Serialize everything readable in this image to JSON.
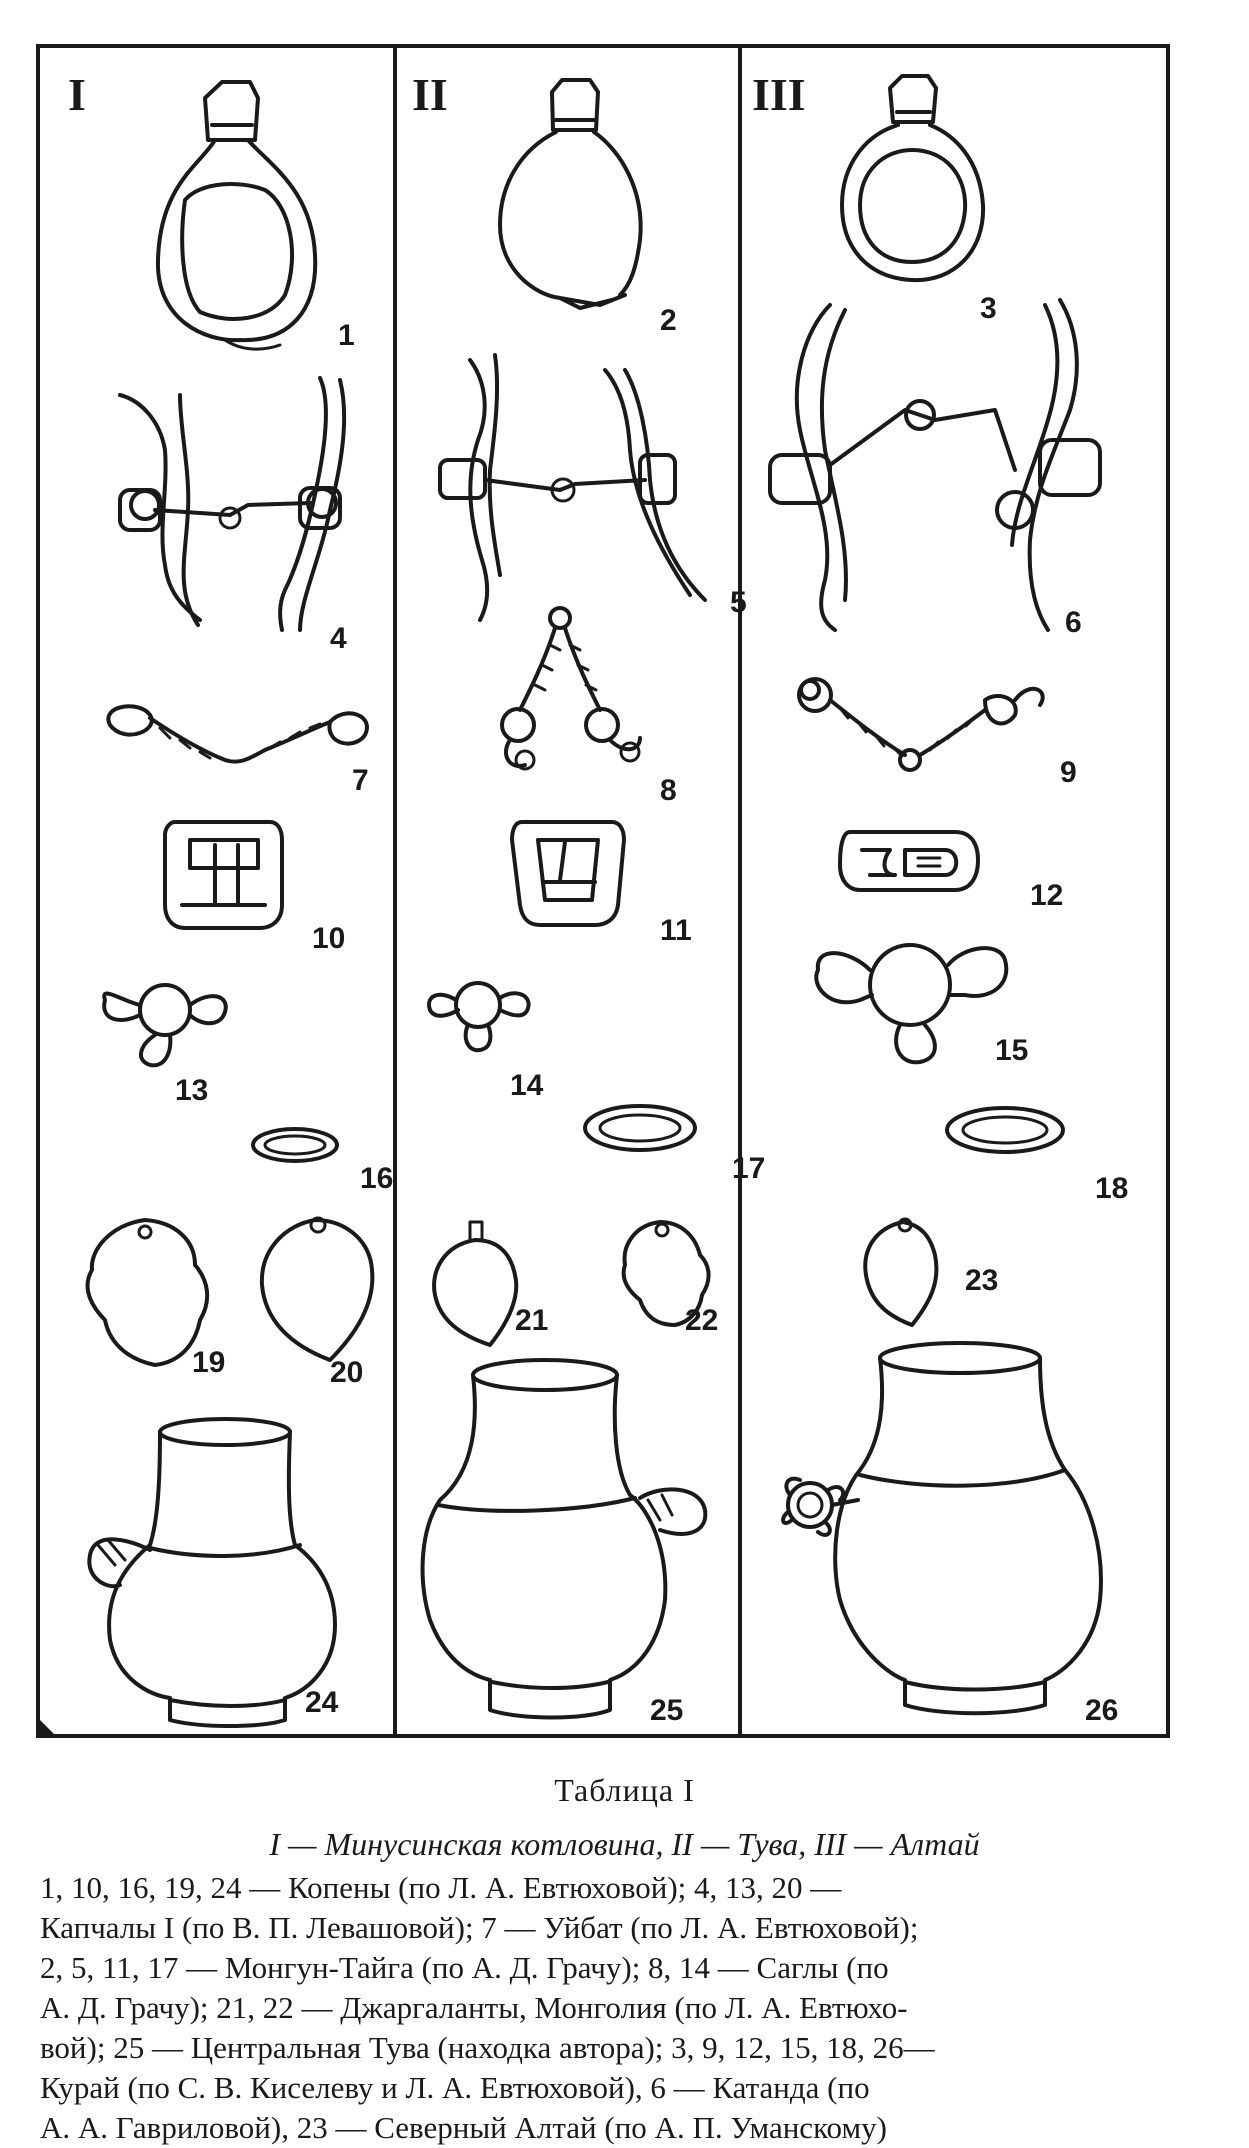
{
  "plate": {
    "columns": [
      {
        "roman": "I"
      },
      {
        "roman": "II"
      },
      {
        "roman": "III"
      }
    ],
    "figure_numbers": [
      "1",
      "2",
      "3",
      "4",
      "5",
      "6",
      "7",
      "8",
      "9",
      "10",
      "11",
      "12",
      "13",
      "14",
      "15",
      "16",
      "17",
      "18",
      "19",
      "20",
      "21",
      "22",
      "23",
      "24",
      "25",
      "26"
    ]
  },
  "caption": {
    "title": "Таблица I",
    "regions": "I — Минусинская котловина, II — Тува, III — Алтай",
    "lines": [
      "1, 10, 16, 19, 24 — Копены (по Л. А. Евтюховой); 4, 13, 20 —",
      "Капчалы I (по В. П. Левашовой); 7 — Уйбат (по Л. А. Евтюховой);",
      "2, 5, 11, 17 — Монгун-Тайга (по А. Д. Грачу); 8, 14 — Саглы (по",
      "А. Д. Грачу); 21, 22 — Джаргаланты, Монголия (по Л. А. Евтюхо-",
      "вой); 25 — Центральная Тува (находка автора); 3, 9, 12, 15, 18, 26—",
      "Курай (по С. В. Киселеву и Л. А. Евтюховой), 6 — Катанда (по",
      "А. А. Гавриловой), 23 — Северный Алтай (по А. П. Уманскому)"
    ]
  }
}
